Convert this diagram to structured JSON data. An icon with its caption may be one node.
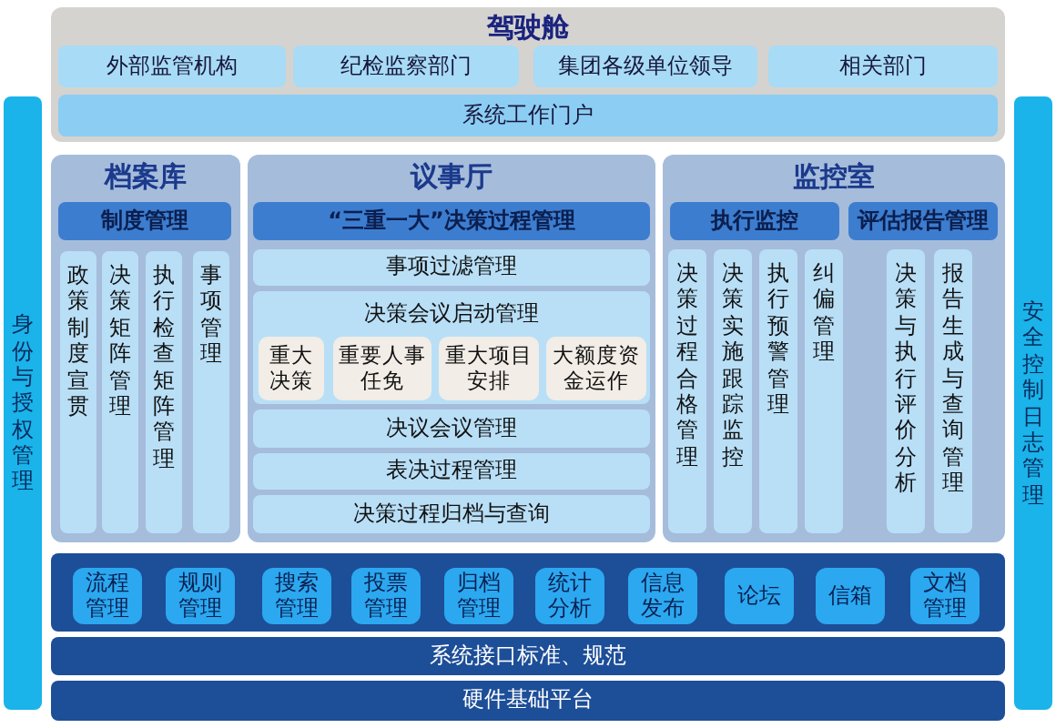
{
  "diagram": {
    "nodes": [
      {
        "text": [
          "驾驶舱"
        ]
      },
      {
        "text": [
          "外部监管机构"
        ],
        "in": 0
      },
      {
        "text": [
          "纪检监察部门"
        ],
        "in": 0
      },
      {
        "text": [
          "集团各级单位领导"
        ],
        "in": 0
      },
      {
        "text": [
          "相关部门"
        ],
        "in": 0
      },
      {
        "text": [
          "系统工作门户"
        ],
        "in": 0
      },
      {
        "text": [
          "身份与授权管理"
        ]
      },
      {
        "text": [
          "档案库"
        ]
      },
      {
        "text": [
          "制度管理"
        ],
        "in": 7
      },
      {
        "text": [
          "政策制度宣贯"
        ],
        "in": 7
      },
      {
        "text": [
          "决策矩阵管理"
        ],
        "in": 7
      },
      {
        "text": [
          "执行检查矩阵管理"
        ],
        "in": 7
      },
      {
        "text": [
          "事项管理"
        ],
        "in": 7
      },
      {
        "text": [
          "议事厅"
        ]
      },
      {
        "text": [
          "“三重一大”决策过程管理"
        ],
        "in": 13
      },
      {
        "text": [
          "事项过滤管理"
        ],
        "in": 13
      },
      {
        "text": [
          "决策会议启动管理"
        ],
        "in": 13
      },
      {
        "text": [
          "重大决策"
        ],
        "in": 16
      },
      {
        "text": [
          "重要人事任免"
        ],
        "in": 16
      },
      {
        "text": [
          "重大项目安排"
        ],
        "in": 16
      },
      {
        "text": [
          "大额度资金运作"
        ],
        "in": 16
      },
      {
        "text": [
          "决议会议管理"
        ],
        "in": 13
      },
      {
        "text": [
          "表决过程管理"
        ],
        "in": 13
      },
      {
        "text": [
          "决策过程归档与查询"
        ],
        "in": 13
      },
      {
        "text": [
          "监控室"
        ]
      },
      {
        "text": [
          "执行监控"
        ],
        "in": 24
      },
      {
        "text": [
          "评估报告管理"
        ],
        "in": 24
      },
      {
        "text": [
          "决策过程合格管理"
        ],
        "in": 24
      },
      {
        "text": [
          "决策实施跟踪监控"
        ],
        "in": 24
      },
      {
        "text": [
          "执行预警管理"
        ],
        "in": 24
      },
      {
        "text": [
          "纠偏管理"
        ],
        "in": 24
      },
      {
        "text": [
          "决策与执行评价分析"
        ],
        "in": 24
      },
      {
        "text": [
          "报告生成与查询管理"
        ],
        "in": 24
      },
      {
        "text": [
          "安全控制日志管理"
        ]
      },
      {
        "text": [],
        "shape": "box"
      },
      {
        "text": [
          "流程管理"
        ],
        "in": 34
      },
      {
        "text": [
          "规则管理"
        ],
        "in": 34
      },
      {
        "text": [
          "搜索管理"
        ],
        "in": 34
      },
      {
        "text": [
          "投票管理"
        ],
        "in": 34
      },
      {
        "text": [
          "归档管理"
        ],
        "in": 34
      },
      {
        "text": [
          "统计分析"
        ],
        "in": 34
      },
      {
        "text": [
          "信息发布"
        ],
        "in": 34
      },
      {
        "text": [
          "论坛"
        ],
        "in": 34
      },
      {
        "text": [
          "信箱"
        ],
        "in": 34
      },
      {
        "text": [
          "文档管理"
        ],
        "in": 34
      },
      {
        "text": [
          "系统接口标准、规范"
        ]
      },
      {
        "text": [
          "硬件基础平台"
        ]
      }
    ]
  }
}
